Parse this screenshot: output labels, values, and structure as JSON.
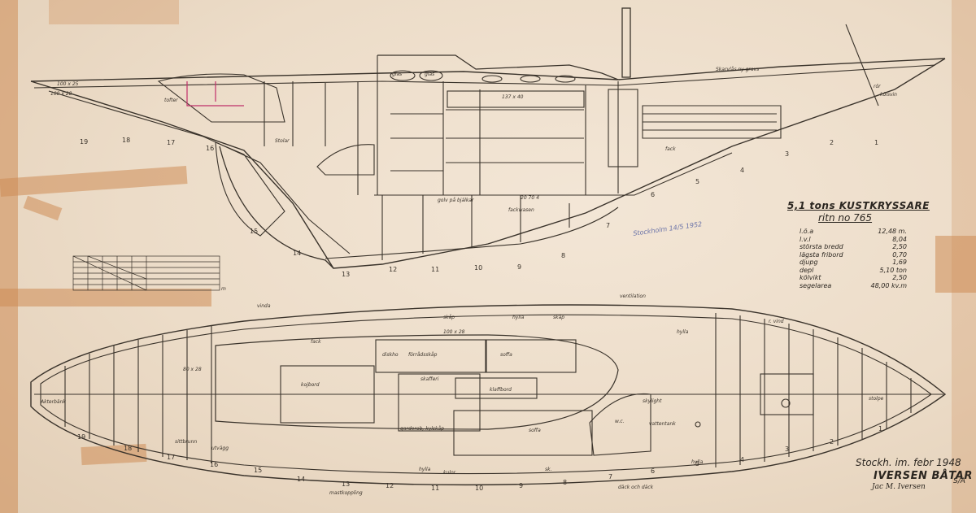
{
  "title": "5,1 tons KUSTKRYSSARE",
  "drawing_number": "ritn no 765",
  "specs": [
    {
      "label": "l.ö.a",
      "value": "12,48 m."
    },
    {
      "label": "l.v.l",
      "value": "8,04"
    },
    {
      "label": "största bredd",
      "value": "2,50"
    },
    {
      "label": "lägsta fribord",
      "value": "0,70"
    },
    {
      "label": "djupg",
      "value": "1,69"
    },
    {
      "label": "depl",
      "value": "5,10 ton"
    },
    {
      "label": "kölvikt",
      "value": "2,50"
    },
    {
      "label": "segelarea",
      "value": "48,00 kv.m"
    }
  ],
  "date": "Stockh. im. febr 1948",
  "company": "IVERSEN BÅTAR",
  "company_suffix": "S/A",
  "signature": "Jac M. Iversen",
  "stamp_text": "Stockholm 14/5 1952",
  "scale": "m",
  "profile_labels": {
    "window": "glas",
    "glas_small": "glas",
    "beam1": "100 x 25",
    "beam2": "100 x 28",
    "frame_size": "137 x 40",
    "fack": "fack",
    "stolar": "Stolar",
    "durkplank": "golv på bjälkar",
    "fackvasen": "fackwasen",
    "sektion": "20 70 4",
    "skarvlas": "Skarvlås ny gravs",
    "ror": "rör",
    "kolsvin": "kölsvin",
    "tofter": "tofter"
  },
  "plan_labels": {
    "fack1": "fack",
    "hylla1": "hylla",
    "skap": "skåp",
    "hylla2": "hylla",
    "diskho": "diskho",
    "forrad": "förrådsskåp",
    "soffa": "soffa",
    "klaffbord": "klaffbord",
    "kojbord": "kojbord",
    "skafferi": "skafferi",
    "sittbrunn": "sittbrunn",
    "garderob": "garderob, kylskåp",
    "sofa2": "soffa",
    "wc": "w.c.",
    "hylla3": "hylla",
    "sk": "sk.",
    "skap2": "skåp",
    "ventil": "ventilation",
    "hylla4": "hylla",
    "skrov": "skylight",
    "stolpe": "stolpe",
    "kulor": "kulor",
    "tankar": "vattentank",
    "beam3": "80 x 28",
    "beam4": "100 x 28",
    "aktern": "Akterbänk",
    "moltik": "mastkoppling",
    "dekk": "däck och däck",
    "utvagg": "utvägg",
    "vinda": "vinda",
    "rvinda": "r. vind"
  },
  "profile_stations": [
    "19",
    "18",
    "17",
    "16",
    "15",
    "14",
    "13",
    "12",
    "11",
    "10",
    "9",
    "8",
    "7",
    "6",
    "5",
    "4",
    "3",
    "2",
    "1"
  ],
  "plan_stations": [
    "19",
    "18",
    "17",
    "16",
    "15",
    "14",
    "13",
    "12",
    "11",
    "10",
    "9",
    "8",
    "7",
    "6",
    "5",
    "4",
    "3",
    "2",
    "1"
  ]
}
